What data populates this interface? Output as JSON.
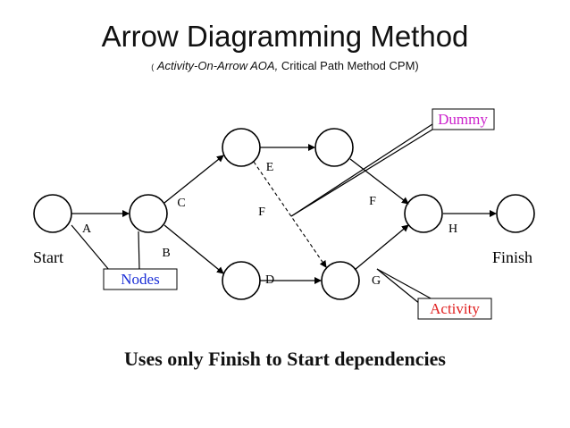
{
  "title": "Arrow Diagramming Method",
  "subtitle": {
    "open_paren": "(",
    "italic_part": "Activity-On-Arrow AOA,",
    "rest": "Critical Path Method CPM)"
  },
  "labels": {
    "start": "Start",
    "finish": "Finish"
  },
  "activities": {
    "A": "A",
    "B": "B",
    "C": "C",
    "D": "D",
    "E": "E",
    "F1": "F",
    "F2": "F",
    "G": "G",
    "H": "H"
  },
  "callouts": {
    "dummy": {
      "text": "Dummy",
      "color": "#cc22cc"
    },
    "nodes": {
      "text": "Nodes",
      "color": "#1a2ed6"
    },
    "activity": {
      "text": "Activity",
      "color": "#e02020"
    }
  },
  "footer": "Uses only Finish to Start dependencies"
}
